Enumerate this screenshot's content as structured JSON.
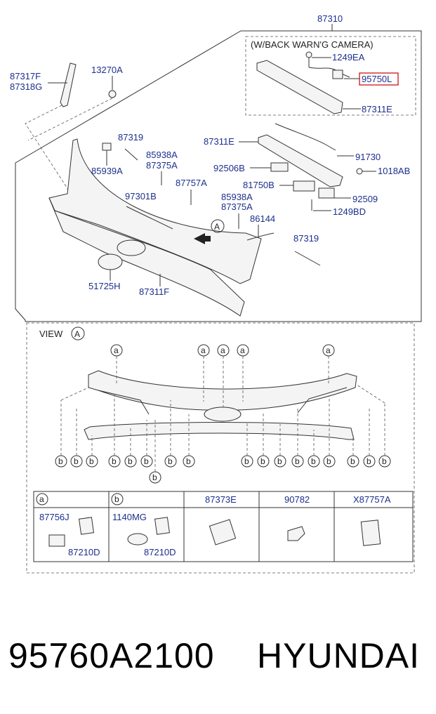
{
  "header_part": "87310",
  "camera_box_title": "(W/BACK WARN'G CAMERA)",
  "callouts": {
    "c87317F": "87317F",
    "c87318G": "87318G",
    "c13270A": "13270A",
    "c87319_top": "87319",
    "c85939A": "85939A",
    "c85938A_1": "85938A",
    "c87375A_1": "87375A",
    "c97301B": "97301B",
    "c87757A": "87757A",
    "c85938A_2": "85938A",
    "c87375A_2": "87375A",
    "c86144": "86144",
    "c87319_bottom": "87319",
    "c51725H": "51725H",
    "c87311F": "87311F",
    "c1249EA": "1249EA",
    "c95750L": "95750L",
    "c87311E_box": "87311E",
    "c87311E": "87311E",
    "c91730": "91730",
    "c92506B": "92506B",
    "c1018AB": "1018AB",
    "c81750B": "81750B",
    "c92509": "92509",
    "c1249BD": "1249BD",
    "arrow_a": "A"
  },
  "view": {
    "title": "VIEW",
    "view_letter": "A",
    "a_marker": "a",
    "b_marker": "b"
  },
  "legend_table": {
    "headers": [
      "a",
      "b",
      "87373E",
      "90782",
      "X87757A"
    ],
    "cell_a": [
      "87756J",
      "87210D"
    ],
    "cell_b": [
      "1140MG",
      "87210D"
    ]
  },
  "footer": {
    "part_number": "95760A2100",
    "brand": "HYUNDAI"
  },
  "colors": {
    "callout_text": "#1d2f8c",
    "highlight_box": "#cc0000"
  }
}
